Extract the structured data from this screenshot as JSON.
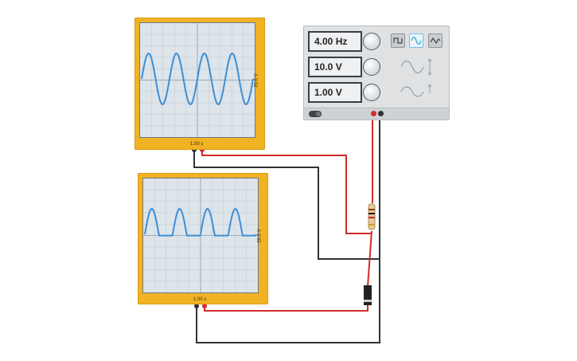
{
  "scope_top": {
    "vertical_scale": "20.0 V",
    "time_scale": "1.00 s",
    "trace_color": "#3b8fd6",
    "waveform": "full sine"
  },
  "scope_bottom": {
    "vertical_scale": "20.0 V",
    "time_scale": "1.00 s",
    "trace_color": "#3b8fd6",
    "waveform": "half-wave rectified sine"
  },
  "function_generator": {
    "frequency": "4.00 Hz",
    "amplitude": "10.0 V",
    "dc_offset": "1.00 V",
    "waveforms": [
      {
        "icon": "square-wave-icon",
        "selected": false
      },
      {
        "icon": "sine-wave-icon",
        "selected": true
      },
      {
        "icon": "triangle-wave-icon",
        "selected": false
      }
    ],
    "accent_color": "#6cc3e6"
  },
  "wire_colors": {
    "red": "#d42b2b",
    "black": "#2f3337"
  },
  "components": {
    "resistor": "resistor-icon",
    "diode": "diode-icon"
  }
}
